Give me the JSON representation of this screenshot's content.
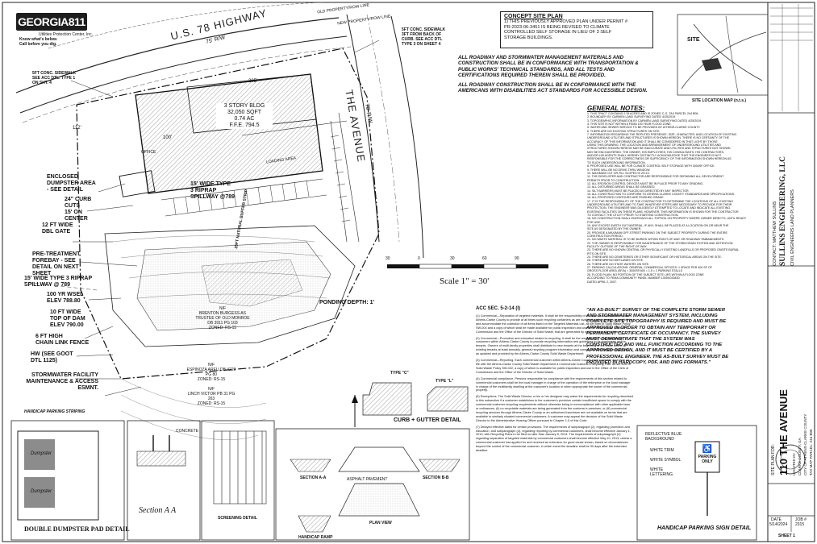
{
  "logo": {
    "brand": "GEORGIA811",
    "tagline": "Utilities Protection Center, Inc.",
    "know_line": "Know what's below.",
    "call_line": "Call before you dig."
  },
  "roads": {
    "highway": "U.S. 78 HIGHWAY",
    "highway_rw": "75' R/W",
    "avenue": "THE AVENUE",
    "avenue_rw": "70' R/W"
  },
  "plan_labels": {
    "row_line_top": "OLD PROPERTY/ROW LINE",
    "new_row_line": "NEW PROPERTY/ROW LINE",
    "sidewalk_right": "5FT CONC. SIDEWALK\n3FT FROM BACK OF\nCURB. SEE ACC DTL\nTYPE 3 ON SHEET 4",
    "sidewalk_left": "5FT CONC. SIDEWALK\nSEE ACC DTL. TYPE 1\nON SHT. 4",
    "building": "3 STORY BLDG\n32,050 SQFT\n0.74 AC\nF.F.E. 794.5",
    "office": "OFFICE",
    "loading": "LOADING AREA",
    "dim_205": "205'",
    "dim_112": "112'",
    "dim_100": "100'",
    "dumpster": "ENCLOSED\nDUMPSTER AREA\n- SEE DETAIL",
    "curb_cuts": "24\" CURB\nCUTS\n15' ON\nCENTER",
    "gate": "12 FT WIDE\nDBL GATE",
    "pretreat": "PRE-TREATMENT\nFOREBAY - SEE\nDETAIL ON NEXT\nSHEET",
    "riprap_left": "15' WIDE TYPE 3 RIPRAP\nSPILLWAY @ 789",
    "riprap_right": "15' WIDE TYPE\n3 RIPRAP\nSPILLWAY @789",
    "wsel": "100 YR WSEL\nELEV 788.80",
    "top_dam": "10 FT WIDE\nTOP OF DAM\nELEV 790.00",
    "fence": "6 FT HIGH\nCHAIN LINK FENCE",
    "hw": "HW (SEE GOOT\nDTL 1125)",
    "stormwater": "STORMWATER FACILITY\nMAINTENANCE & ACCESS ESMNT.",
    "buffer": "25FT NATURAL BUFFER STRIP",
    "ponding": "PONDING DEPTH: 1'",
    "owner1": "N/F\nBRENTON BURGESS AS\nTRUSTEE OF OLD MONROE\nDB 3911 PG 103\nZONED: RS-15",
    "owner2": "N/F\nESPINOZA AREU DB 4220\nPG 80\nZONED: RS-15",
    "owner3": "N/F\nLINCH VICTOR PB 31 PG\n263\nZONED: RS-15",
    "handicap_striping": "HANDICAP PARKING STRIPING"
  },
  "concept": {
    "header": "CONCEPT SITE PLAN",
    "note": "1)  THIS PREVIOUSLY APPROVED PLAN UNDER PERMIT #\n     PR-2023-06-3451 IS BEING REVISED TO CLIMATE\n     CONTROLLED SELF STORAGE IN LIEU OF 3 SELF\n     STORAGE BUILDINGS."
  },
  "roadway_notes": [
    "ALL ROADWAY AND STORMWATER MANAGEMENT MATERIALS AND\nCONSTRUCTION SHALL BE IN CONFORMANCE WITH TRANSPORTATION &\nPUBLIC WORKS' TECHNICAL STANDARDS, AND ALL TESTS AND\nCERTIFICATIONS REQUIRED THEREIN SHALL BE PROVIDED.",
    "ALL ROADWAY CONSTRUCTION SHALL BE IN CONFORMANCE WITH THE\nAMERICANS WITH DISABILITIES ACT STANDARDS FOR ACCESSIBLE DESIGN."
  ],
  "location_map": {
    "site": "SITE",
    "caption": "SITE LOCATION MAP (n.t.s.)"
  },
  "general_notes": {
    "title": "GENERAL NOTES:",
    "items": [
      "1.  THIS TRACT CONTAINS 2.35 ACRES AND IS ZONED C-G. TAX PARCEL 244 B06.",
      "2.  BOUNDARY BY CARMEN LAND SURVEYING DATED 4/25/2019.",
      "3.  TOPOGRAPHIC INFORMATION BY CARMEN LAND SURVEYING DATED 4/25/2019.",
      "4.  THIS SITE IS NOT WITHIN A FEMA 100 YEAR FLOOD ZONE.",
      "5.  WATER AND SEWER SERVICE TO BE PROVIDED BY ATHENS-CLARKE COUNTY.",
      "6.  THERE ARE NO EXISTING STRUCTURES ON SITE.",
      "7.  INFORMATION REGARDING THE REPUTED PRESENCE, SIZE, CHARACTER, AND LOCATION OF EXISTING",
      "     UNDERGROUND UTILITIES AND STRUCTURES IS SHOWN HEREON. THERE IS NO CERTAINTY OF THE",
      "     ACCURACY OF THIS INFORMATION AND IT SHALL BE CONSIDERED IN THAT LIGHT BY THOSE",
      "     USING THIS DRAWING. THE LOCATION AND ARRANGEMENT OF UNDERGROUND UTILITIES AND",
      "     STRUCTURES SHOWN HEREON MAY BE INACCURATE AND UTILITIES AND STRUCTURES NOT SHOWN",
      "     MAY BE ENCOUNTERED. THE OWNER, HIS EMPLOYEES, HIS CONSULTANTS, HIS CONTRACTORS,",
      "     AND/OR HIS AGENTS SHALL HEREBY DISTINCTLY ACKNOWLEDGE THAT THE ENGINEER IS NOT",
      "     RESPONSIBLE FOR THE CORRECTNESS OR SUFFICIENCY OF THE INFORMATION SHOWN HEREON AS",
      "     TO SUCH UNDERGROUND INFORMATION.",
      "8.  PROPOSED USE WILL BE FOR CLIMATE CONTROL SELF STORAGE WITH 3000SF OFFICE.",
      "9.  THERE WILL BE NO DRIVE-THRU WINDOW.",
      "10. MAXIMUM CUT OR FILL SLOPES IS 2H:1V.",
      "11. THE DEVELOPER AND CONTRACTOR ARE RESPONSIBLE FOR OBTAINING ALL DEVELOPMENT",
      "     PERMITS PRIOR TO CONSTRUCTION.",
      "12. ALL EROSION CONTROL DEVICES MUST BE IN PLACE PRIOR TO ANY GRADING.",
      "13. ALL DISTURBED AREAS SHALL BE GRASSED.",
      "14. SILT BARRIERS MUST BE PLACED AS DIRECTED BY ANY INSPECTOR.",
      "15. ALL CONSTRUCTION TO CONFORM TO ATHENS-CLARKE COUNTY STANDARDS AND SPECIFICATIONS.",
      "16. ALL PROPOSED CONTOURS ARE FINISHED GRADE.",
      "17. IT IS THE RESPONSIBILITY OF THE CONTRACTOR TO DETERMINE THE LOCATIONS OF ALL EXISTING",
      "     UNDERGROUND UTILITIES AND TO TAKE WHATEVER STEPS ARE NECESSARY TO PROVIDE FOR THEIR",
      "     PROTECTION. THE ENGINEER WAS DILIGENTLY ATTEMPTED TO LOCATE AND INDICATE ALL EXISTING",
      "     EXISTING FACILITIES ON THESE PLANS. HOWEVER, THIS INFORMATION IS SHOWN FOR THE CONTRACTOR",
      "     TO CONTACT THE UTILITY PRIOR TO STARTING CONSTRUCTION.",
      "18. NO CONSTRUCTION SHALL ENCROACH ALL TOPSOIL ON PROPERTY WHERE OWNER DIRECTS, UNTIL READY",
      "     FOR USE.",
      "19. ANY EXCESS EARTH OUT MATERIAL, IF ANY, SHALL BE PLACED AT A LOCATION ON OR NEAR THE",
      "     SITE AS DESIGNATED BY THE OWNER.",
      "20. PROVIDE A MAXIMUM OFF-STREET PARKING ON THE SUBJECT PROPERTY DURING THE ENTIRE",
      "     CONSTRUCTION PERIOD.",
      "21. NO WASTE MATERIAL IS TO BE BURIED WITHIN RIGHT-OF-WAY OR ROADWAY EMBANKMENTS.",
      "22. THE OWNER IS RESPONSIBLE FOR MAINTENANCE OF THE STORM DRAIN SYSTEM AND DETENTION",
      "     FACILITY OUTSIDE OF THE RIGHT-OF-WAY.",
      "23. THERE ARE NO KNOWN CENTRAL OR PHYSICALLY EXISTING LANDFILLS OR PROPOSED ONSITE BURIAL",
      "     PITS ON SITE.",
      "24. THERE ARE NO CEMETERIES OR OTHER SIGNIFICANT OR HISTORICAL AREAS ON THE SITE.",
      "25. THERE ARE NO WETLANDS ON SITE.",
      "26. THERE ARE NO STATE WATERS ON SITE.",
      "27. PARKING CALCULATIONS: GENERAL COMMERCIAL OFFICES: 1 SPACE PER 400 SF OF",
      "     GROSS FLOOR AREA (SF/A) = 3000SF/400 = 1.5 = 2 PARKING STALLS",
      "28. FLOOD PLAIN: NO PORTION OF THE SUBJECT SITE LIES WITHIN A FLOOD ZONE",
      "     ACCORDING TO FEMA COMMUNITY PANEL NUMBER 13059C0083D",
      "     DATED APRIL 2, 2007."
    ]
  },
  "scale": {
    "ticks": [
      "30",
      "0",
      "30",
      "60",
      "90"
    ],
    "label": "Scale  1\" = 30'"
  },
  "as_built_note": "\"AN AS-BUILT\" SURVEY OF THE COMPLETE STORM SEWER\nAND STORMWATER MANAGEMENT SYSTEM, INCLUDING\nCOMPLETE SITE TOPOGRAPHY IS REQUIRED AND MUST BE\nAPPROVED IN ORDER TO OBTAIN ANY TEMPORARY OR\nPERMANENT CERTIFICATE OF OCCUPANCY. THE SURVEY\nMUST DEMONSTRATE THAT THE SYSTEM WAS\nCONSTRUCTED AND WILL FUNCTION ACCORDING TO THE\nAPPROVED DESIGN, AND IT MUST BE CERTIFIED BY A\nPROFESSIONAL ENGINEER. THE AS-BUILT SURVEY MUST BE\nPROVIDED IN HARDCOPY, PDF, AND DWG FORMATS.\"",
  "acc": {
    "title": "ACC SEC. 5-2-14 (I)",
    "paragraphs": [
      "(1) Commercial—Separation of targeted materials. It shall be the responsibility of all commercial customers within Athens-Clarke County to provide at all times such recycling containers as are available and necessary to provide for and accommodate the collection of all items listed on the Targeted Materials List, as set forth in Solid Waste Policy SW-004 and a copy of which shall be made available for public inspection and use in the Office of the Clerk of Commission and the Office of the Director of Solid Waste, that are generated by each commercial customer.",
      "(2) Commercial—Promotion and education related to recycling. It shall be the responsibility of all commercial customers within Athens-Clarke County to provide recycling information and guidelines to its employees and/or tenants. Owners of multi-family properties shall distribute to new tenants at the beginning of the lease and to all existing tenants at least annually, general recycling program information and current recycling program guidelines as updated and provided by the Athens-Clarke County Solid Waste Department.",
      "(3) Commercial—Reporting. Each commercial customer within Athens-Clarke County shall complete and have on file with the Athens-Clarke County Solid Waste Department a Commercial Customer Recycling Plan, as set forth in Solid Waste Policy SW-022, a copy of which is available for public inspection and use in the Office of the Clerk of Commission and the Office of the Director of Solid Waste.",
      "(4) Commercial compliance. Persons responsible for compliance with the requirements of this section related to commercial customers shall be the local manager in charge of the operation of the enterprise or the local manager in charge of the multifamily dwelling at the customer's location or when appropriate the owner of the commercial property.",
      "(5) Exemptions. The Solid Waste Director or his or her designee may waive the requirements for recycling described in this subsection if a customer establishes to the customer's provision contain insufficient space to comply with the commercial customer recycling requirements without otherwise being in noncompliance with other applicable laws or ordinances, (ii) no recyclable materials are being generated from the customer's premises, or (iii) commercial recycling services through Athens-Clarke County or an authorized franchisee are not available on terms that are available to similarly situated commercial customers. A customer may appeal the decision of the Solid Waste Director to the Administrative Hearing Officer pursuant to Chapter 1-5 of this Code.",
      "(7) Delayed effective dates for certain provisions. The requirements of subparagraph (2), regarding promotion and education, and subparagraph (4), regarding reporting by commercial customers, shall become effective January 1, 2013, with Recycling Plans to be filed no later than January 8, 2014. The requirements of subparagraph (2) regarding separation of targeted materials by commercial customers shall become effective May 10, 2013, unless a commercial customer has applied for and received an extension for good cause shown, based on circumstances beyond the control of the commercial customer, in which event the deadline shall be 90 days after the extended deadline."
    ]
  },
  "details": {
    "curb_gutter": "CURB + GUTTER DETAIL",
    "type_c": "TYPE \"C\"",
    "type_l": "TYPE \"L\"",
    "dumpster_title": "DOUBLE DUMPSTER PAD DETAIL",
    "dumpster_label": "Dumpster",
    "section_aa": "Section A A",
    "screening": "SCREENING DETAIL",
    "concrete": "CONCRETE",
    "section_a": "SECTION A-A",
    "section_b": "SECTION B-B",
    "plan_view": "PLAN VIEW",
    "handicap_ramp": "HANDICAP RAMP",
    "asphalt": "ASPHALT PAVEMENT"
  },
  "sign_detail": {
    "reflective": "REFLECTIVE BLUE\nBACKGROUND",
    "white_trim": "WHITE TRIM",
    "white_symbol": "WHITE SYMBOL",
    "white_lettering": "WHITE\nLETTERING",
    "parking": "PARKING",
    "only": "ONLY",
    "caption": "HANDICAP PARKING SIGN DETAIL"
  },
  "title_block": {
    "company": "SULLINS ENGINEERING, LLC",
    "subtitle": "CIVIL ENGINEERS LAND PLANNERS",
    "contact": "CONTACT:  MATTHEW SULLINS",
    "project": "110 THE AVENUE",
    "site_plan_for": "SITE PLAN FOR:",
    "located_in": "LOCATED IN:",
    "county": "CLARKE COUNTY, GA",
    "city": "CITY OF ATHENS-CLARKE COUNTY",
    "tax_map": "TAX MAP PARCEL: 244 B06",
    "date_label": "DATE",
    "date": "5/14/2024",
    "job_label": "JOB #",
    "job": "2315",
    "sheet": "SHEET 1"
  },
  "colors": {
    "ink": "#1a1a1a",
    "hatch": "#555555",
    "paper": "#ffffff",
    "dumpster_fill": "#8c8c8c"
  }
}
